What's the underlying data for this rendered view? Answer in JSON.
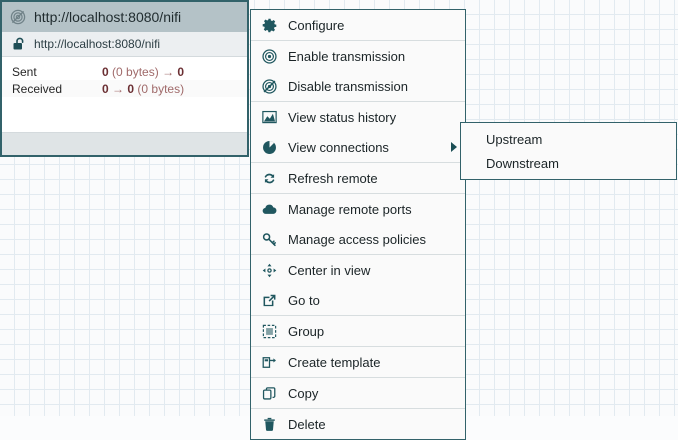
{
  "canvas": {
    "grid_color": "#e2eaf0",
    "background_color": "#fafbfc"
  },
  "node": {
    "type": "remote-process-group",
    "header_icon": "remote-process-group-icon",
    "title": "http://localhost:8080/nifi",
    "secure_icon": "unlocked-icon",
    "uri": "http://localhost:8080/nifi",
    "border_color": "#32626a",
    "header_color": "#b4c2c7",
    "stats": [
      {
        "label": "Sent",
        "count_in": "0",
        "size": "(0 bytes)",
        "arrow": "→",
        "count_out": "0",
        "order": "count-size-arrow-count"
      },
      {
        "label": "Received",
        "count_in": "0",
        "arrow": "→",
        "count_out": "0",
        "size": "(0 bytes)",
        "order": "count-arrow-count-size"
      }
    ]
  },
  "context_menu": {
    "accent_color": "#20575f",
    "groups": [
      {
        "items": [
          {
            "icon": "gear-icon",
            "label": "Configure",
            "has_submenu": false
          }
        ]
      },
      {
        "items": [
          {
            "icon": "enable-transmission-icon",
            "label": "Enable transmission",
            "has_submenu": false
          },
          {
            "icon": "disable-transmission-icon",
            "label": "Disable transmission",
            "has_submenu": false
          }
        ]
      },
      {
        "items": [
          {
            "icon": "chart-icon",
            "label": "View status history",
            "has_submenu": false
          },
          {
            "icon": "connections-icon",
            "label": "View connections",
            "has_submenu": true
          }
        ]
      },
      {
        "items": [
          {
            "icon": "refresh-icon",
            "label": "Refresh remote",
            "has_submenu": false
          }
        ]
      },
      {
        "items": [
          {
            "icon": "cloud-icon",
            "label": "Manage remote ports",
            "has_submenu": false
          },
          {
            "icon": "key-icon",
            "label": "Manage access policies",
            "has_submenu": false
          }
        ]
      },
      {
        "items": [
          {
            "icon": "center-in-view-icon",
            "label": "Center in view",
            "has_submenu": false
          },
          {
            "icon": "external-link-icon",
            "label": "Go to",
            "has_submenu": false
          }
        ]
      },
      {
        "items": [
          {
            "icon": "group-icon",
            "label": "Group",
            "has_submenu": false
          }
        ]
      },
      {
        "items": [
          {
            "icon": "create-template-icon",
            "label": "Create template",
            "has_submenu": false
          }
        ]
      },
      {
        "items": [
          {
            "icon": "copy-icon",
            "label": "Copy",
            "has_submenu": false
          }
        ]
      },
      {
        "items": [
          {
            "icon": "trash-icon",
            "label": "Delete",
            "has_submenu": false
          }
        ]
      }
    ]
  },
  "submenu": {
    "parent": "View connections",
    "items": [
      {
        "label": "Upstream"
      },
      {
        "label": "Downstream"
      }
    ]
  }
}
